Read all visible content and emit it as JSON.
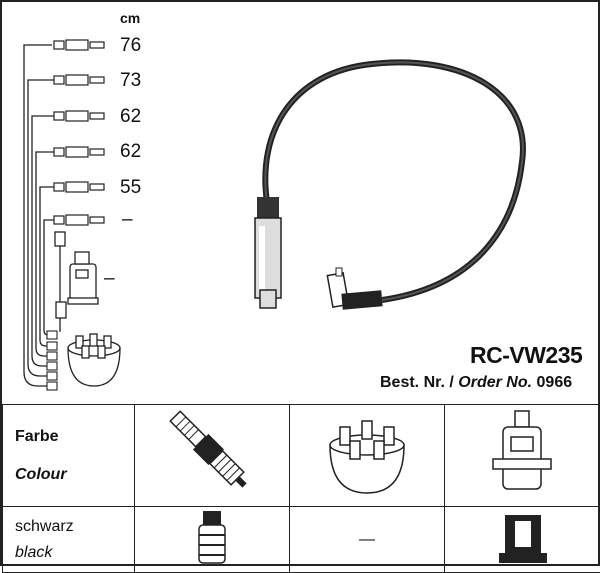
{
  "header": {
    "unit": "cm",
    "lengths": [
      "76",
      "73",
      "62",
      "62",
      "55",
      "–"
    ],
    "coil_length": "–"
  },
  "product": {
    "code": "RC-VW235",
    "order_prefix": "Best. Nr. /",
    "order_label": "Order No.",
    "order_number": "0966"
  },
  "table": {
    "row1_label_de": "Farbe",
    "row1_label_en": "Colour",
    "row2_label_de": "schwarz",
    "row2_label_en": "black",
    "distributor_value": "—"
  }
}
